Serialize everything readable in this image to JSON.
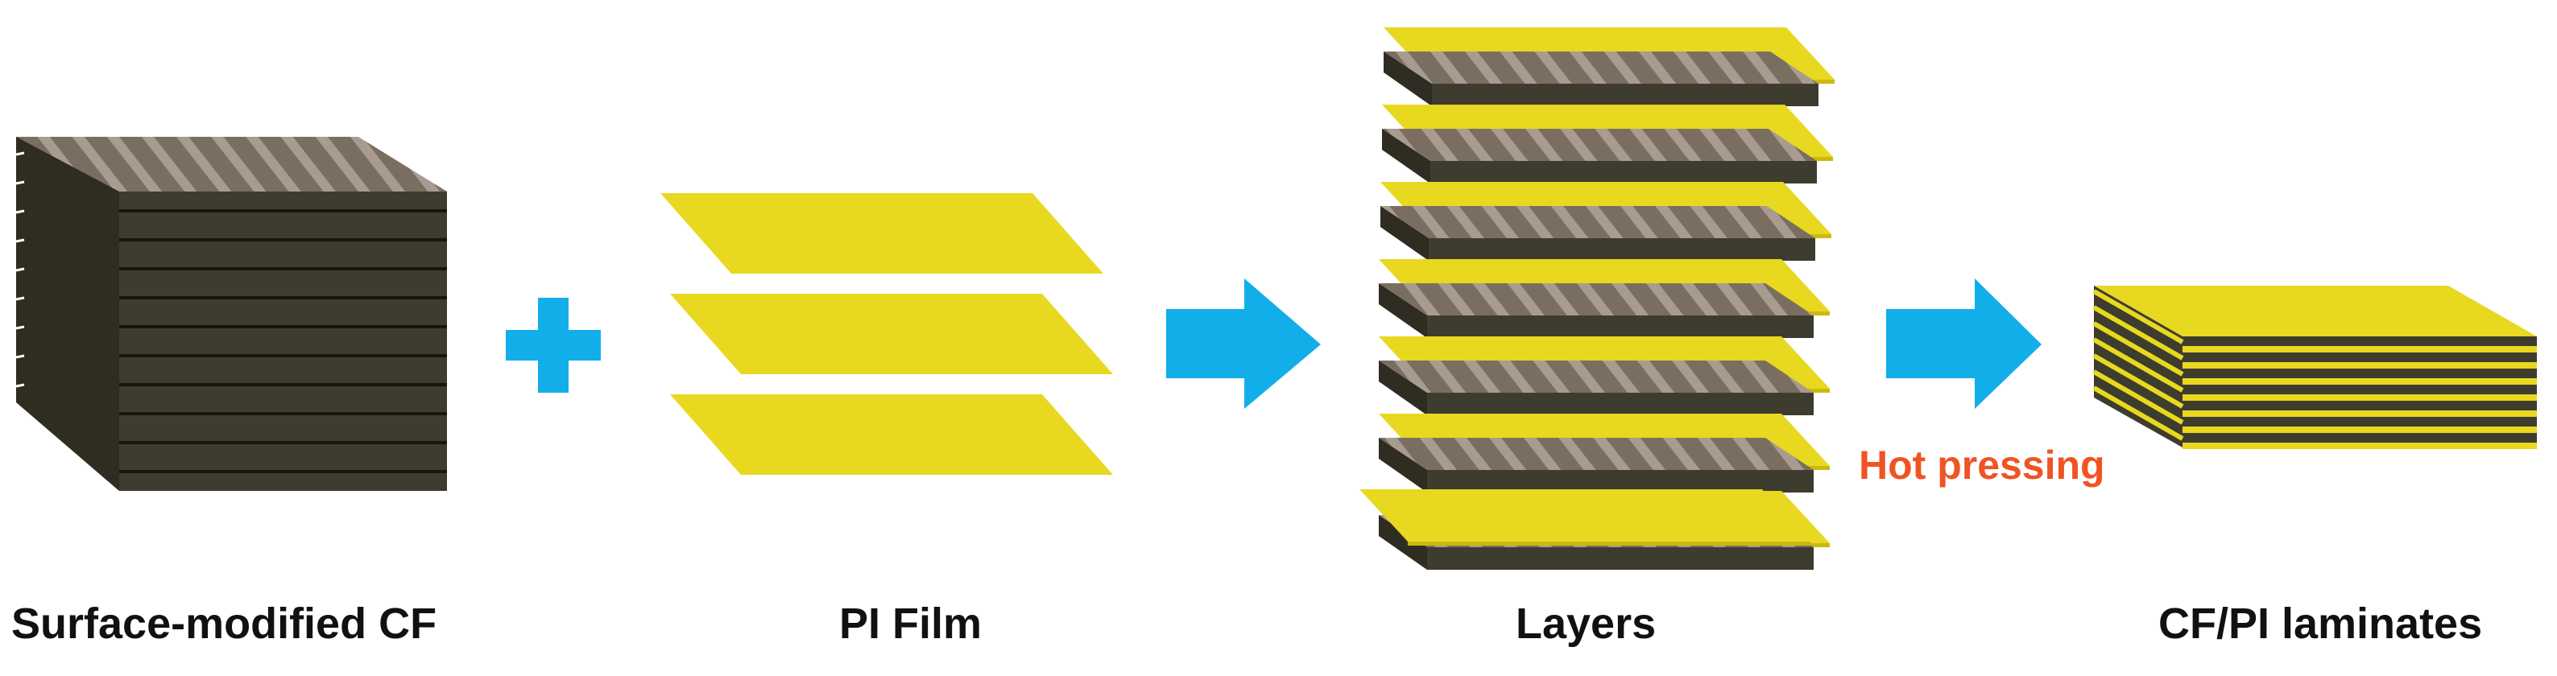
{
  "captions": {
    "cf": "Surface-modified CF",
    "pi_film": "PI Film",
    "layers": "Layers",
    "laminates": "CF/PI laminates"
  },
  "process": {
    "hot_pressing": "Hot pressing"
  },
  "colors": {
    "pi_yellow": "#e8d820",
    "pi_yellow_edge": "#cdb810",
    "cf_dark": "#3e3c2e",
    "cf_top": "#7a6e60",
    "cf_stripe": "#a89c90",
    "arrow": "#12aeea",
    "note": "#ee5424",
    "text": "#111111"
  },
  "icons": {
    "plus": "plus-icon",
    "arrow": "right-arrow-icon"
  }
}
